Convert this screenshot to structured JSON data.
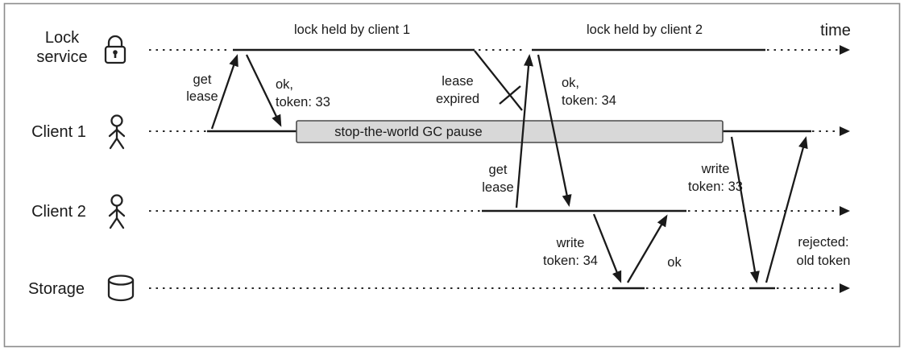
{
  "diagram": {
    "time_label": "time",
    "lanes": {
      "lock_line1": "Lock",
      "lock_line2": "service",
      "client1": "Client 1",
      "client2": "Client 2",
      "storage": "Storage"
    },
    "spans": {
      "lock_held_1": "lock held by client 1",
      "lock_held_2": "lock held by client 2",
      "gc_pause": "stop-the-world GC pause"
    },
    "messages": {
      "get_lease_c1_l1": "get",
      "get_lease_c1_l2": "lease",
      "ok_token33_l1": "ok,",
      "ok_token33_l2": "token: 33",
      "lease_expired_l1": "lease",
      "lease_expired_l2": "expired",
      "get_lease_c2_l1": "get",
      "get_lease_c2_l2": "lease",
      "ok_token34_l1": "ok,",
      "ok_token34_l2": "token: 34",
      "write_token34_l1": "write",
      "write_token34_l2": "token: 34",
      "ok_write": "ok",
      "write_token33_l1": "write",
      "write_token33_l2": "token: 33",
      "rejected_l1": "rejected:",
      "rejected_l2": "old token"
    },
    "colors": {
      "line": "#1a1a1a",
      "gc_box_fill": "#d8d8d8",
      "gc_box_border": "#4a4a4a",
      "border": "#8c8c8c"
    },
    "icons": {
      "lock": "padlock-icon",
      "client": "person-icon",
      "storage": "database-cylinder-icon"
    }
  }
}
